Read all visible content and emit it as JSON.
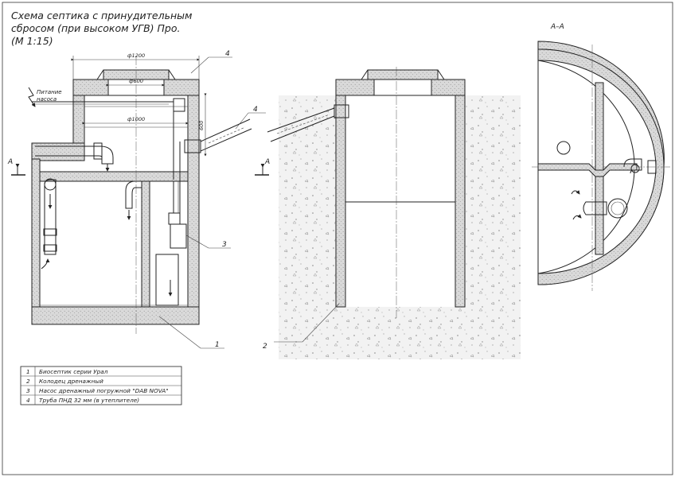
{
  "title": {
    "line1": "Схема септика с принудительным",
    "line2": "сбросом (при высоком УГВ) Про.",
    "line3": "(М 1:15)"
  },
  "section_label": "А–А",
  "cut_marks": {
    "left": "А",
    "right": "А"
  },
  "power_label": {
    "line1": "Питание",
    "line2": "насоса"
  },
  "dimensions": {
    "outer_diameter": "ф1200",
    "neck_diameter": "ф600",
    "inner_diameter": "ф1000",
    "depth": "600"
  },
  "callouts": {
    "c1": "1",
    "c2": "2",
    "c3": "3",
    "c4_top": "4",
    "c4_pipe": "4"
  },
  "legend": [
    {
      "num": "1",
      "text": "Биосептик серии Урал"
    },
    {
      "num": "2",
      "text": "Колодец дренажный"
    },
    {
      "num": "3",
      "text": "Насос дренажный погружной \"DAB NOVA\""
    },
    {
      "num": "4",
      "text": "Труба ПНД 32 мм (в утеплителе)"
    }
  ]
}
